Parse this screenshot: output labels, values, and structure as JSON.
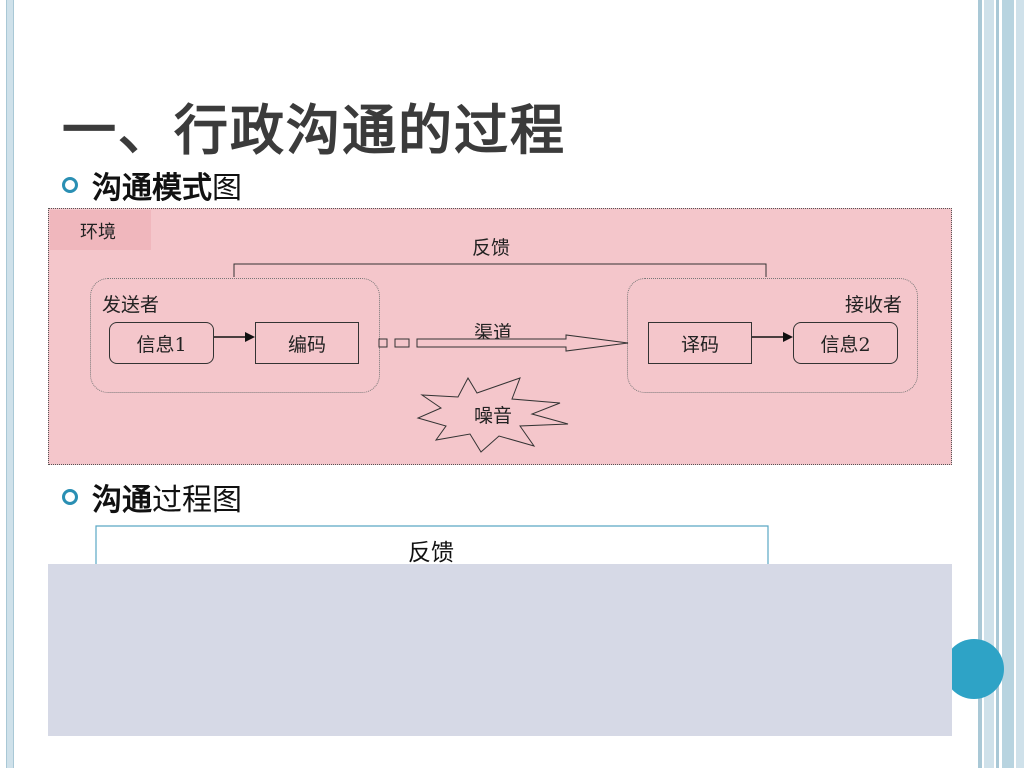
{
  "slide": {
    "title": "一、行政沟通的过程"
  },
  "bullets": [
    {
      "bold": "沟通模式",
      "light": "图"
    },
    {
      "bold": "沟通",
      "light": "过程图"
    }
  ],
  "model_diagram": {
    "environment_label": "环境",
    "feedback_label": "反馈",
    "sender_group_label": "发送者",
    "receiver_group_label": "接收者",
    "channel_label": "渠道",
    "noise_label": "噪音",
    "nodes": {
      "message1": "信息1",
      "encode": "编码",
      "decode": "译码",
      "message2": "信息2"
    }
  },
  "process_diagram": {
    "feedback_label": "反馈"
  },
  "colors": {
    "accent": "#2a8fb3",
    "environment_bg": "#f4c6cb",
    "process_bg": "#d6d9e6",
    "feedback_line": "#5aa8c4"
  }
}
